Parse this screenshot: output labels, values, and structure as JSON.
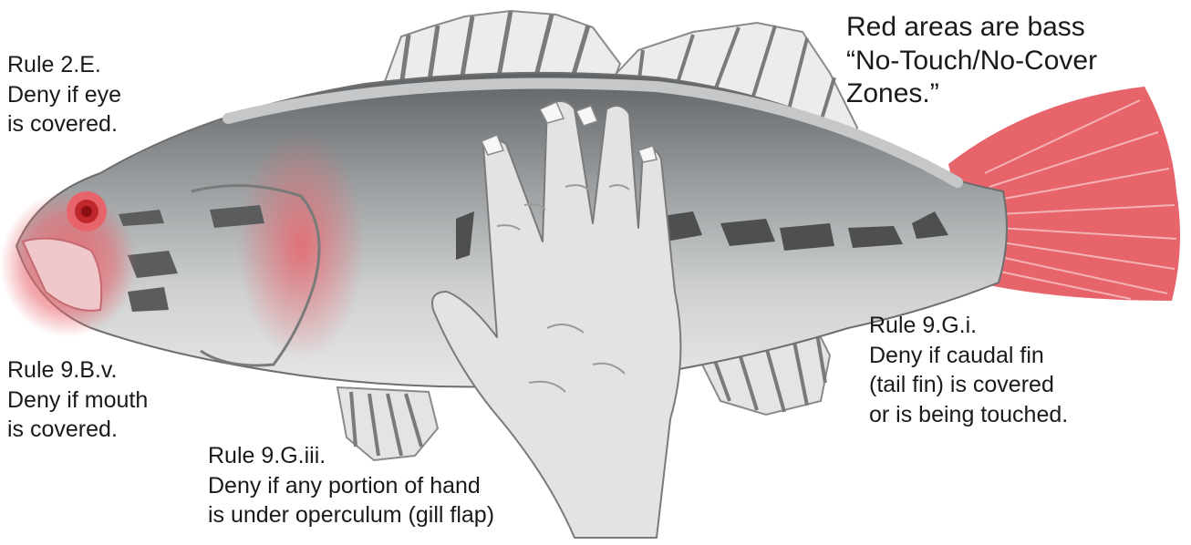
{
  "header_note": {
    "lines": [
      "Red areas are bass",
      "“No-Touch/No-Cover",
      "Zones.”"
    ]
  },
  "annotations": {
    "eye": {
      "rule": "Rule 2.E.",
      "lines": [
        "Deny if eye",
        "is covered."
      ]
    },
    "mouth": {
      "rule": "Rule 9.B.v.",
      "lines": [
        "Deny if mouth",
        "is covered."
      ]
    },
    "operculum": {
      "rule": "Rule 9.G.iii.",
      "lines": [
        "Deny if any portion of hand",
        "is under operculum (gill flap)"
      ]
    },
    "tail": {
      "rule": "Rule 9.G.i.",
      "lines": [
        "Deny if caudal fin",
        "(tail fin) is covered",
        "or is being touched."
      ]
    }
  },
  "colors": {
    "no_touch_zone": "#e8646b",
    "body_gray": "#8f9294",
    "dark_back": "#6b6e70",
    "markings": "#4d4f50",
    "hand_fill": "#e3e3e3",
    "text": "#1a1a1a"
  },
  "icons": {
    "hand": "hand-icon",
    "fish": "bass-fish-icon"
  }
}
